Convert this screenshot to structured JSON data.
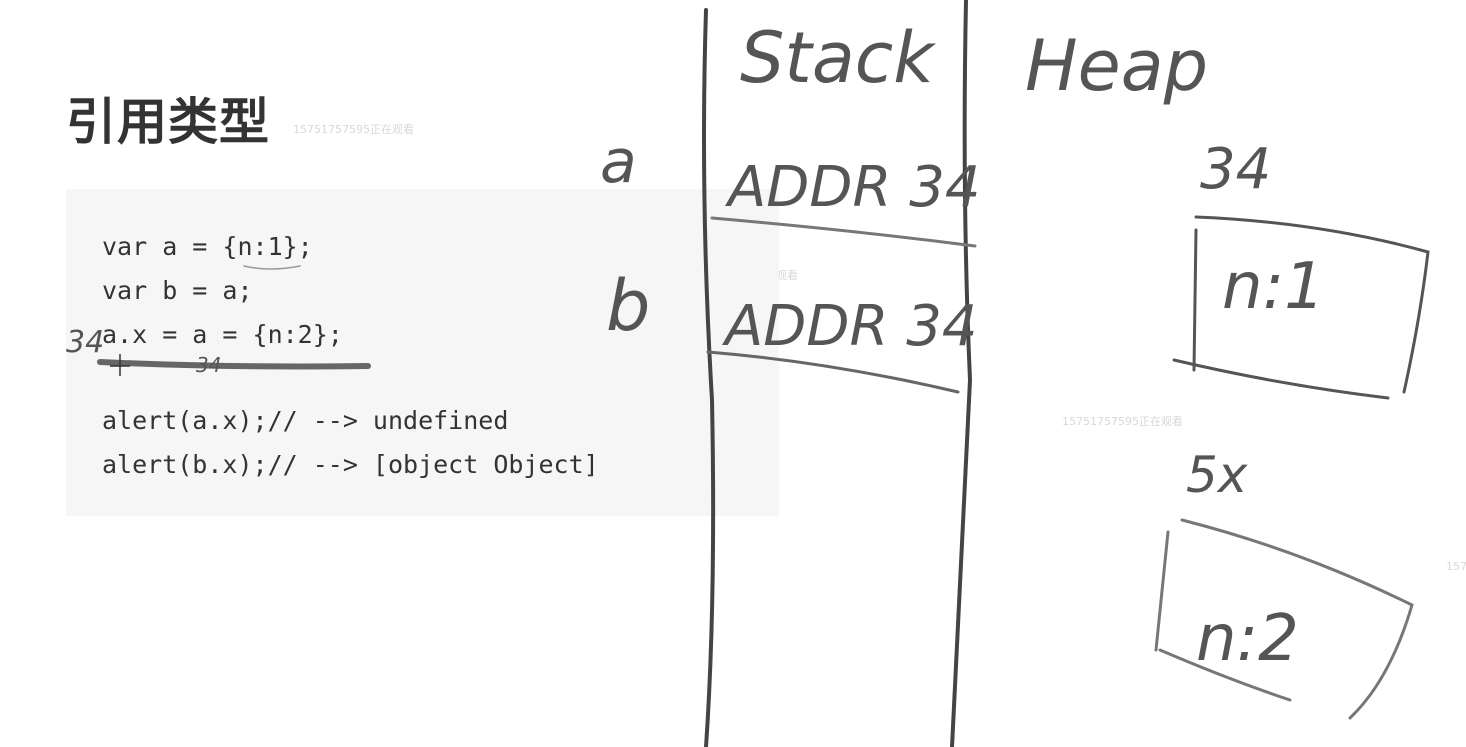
{
  "slide": {
    "title": "引用类型",
    "code_lines": [
      "var a = {n:1};",
      "var b = a;",
      "a.x = a = {n:2};",
      "alert(a.x);// --> undefined",
      "alert(b.x);// --> [object Object]"
    ],
    "watermarks": [
      "15751757595正在观看",
      "15751757595正在观看",
      "15751757595正在观看",
      "157"
    ]
  },
  "annotations": {
    "stack_label": "Stack",
    "heap_label": "Heap",
    "var_a": "a",
    "var_b": "b",
    "addr_a": "ADDR 34",
    "addr_b": "ADDR 34",
    "heap_addr_1": "34",
    "heap_obj_1": "n:1",
    "heap_addr_2": "5x",
    "heap_obj_2": "n:2",
    "code_margin_note": "34",
    "code_underline_note": "34",
    "ink_color": "#555555",
    "highlight_color": "#4a90e2"
  }
}
